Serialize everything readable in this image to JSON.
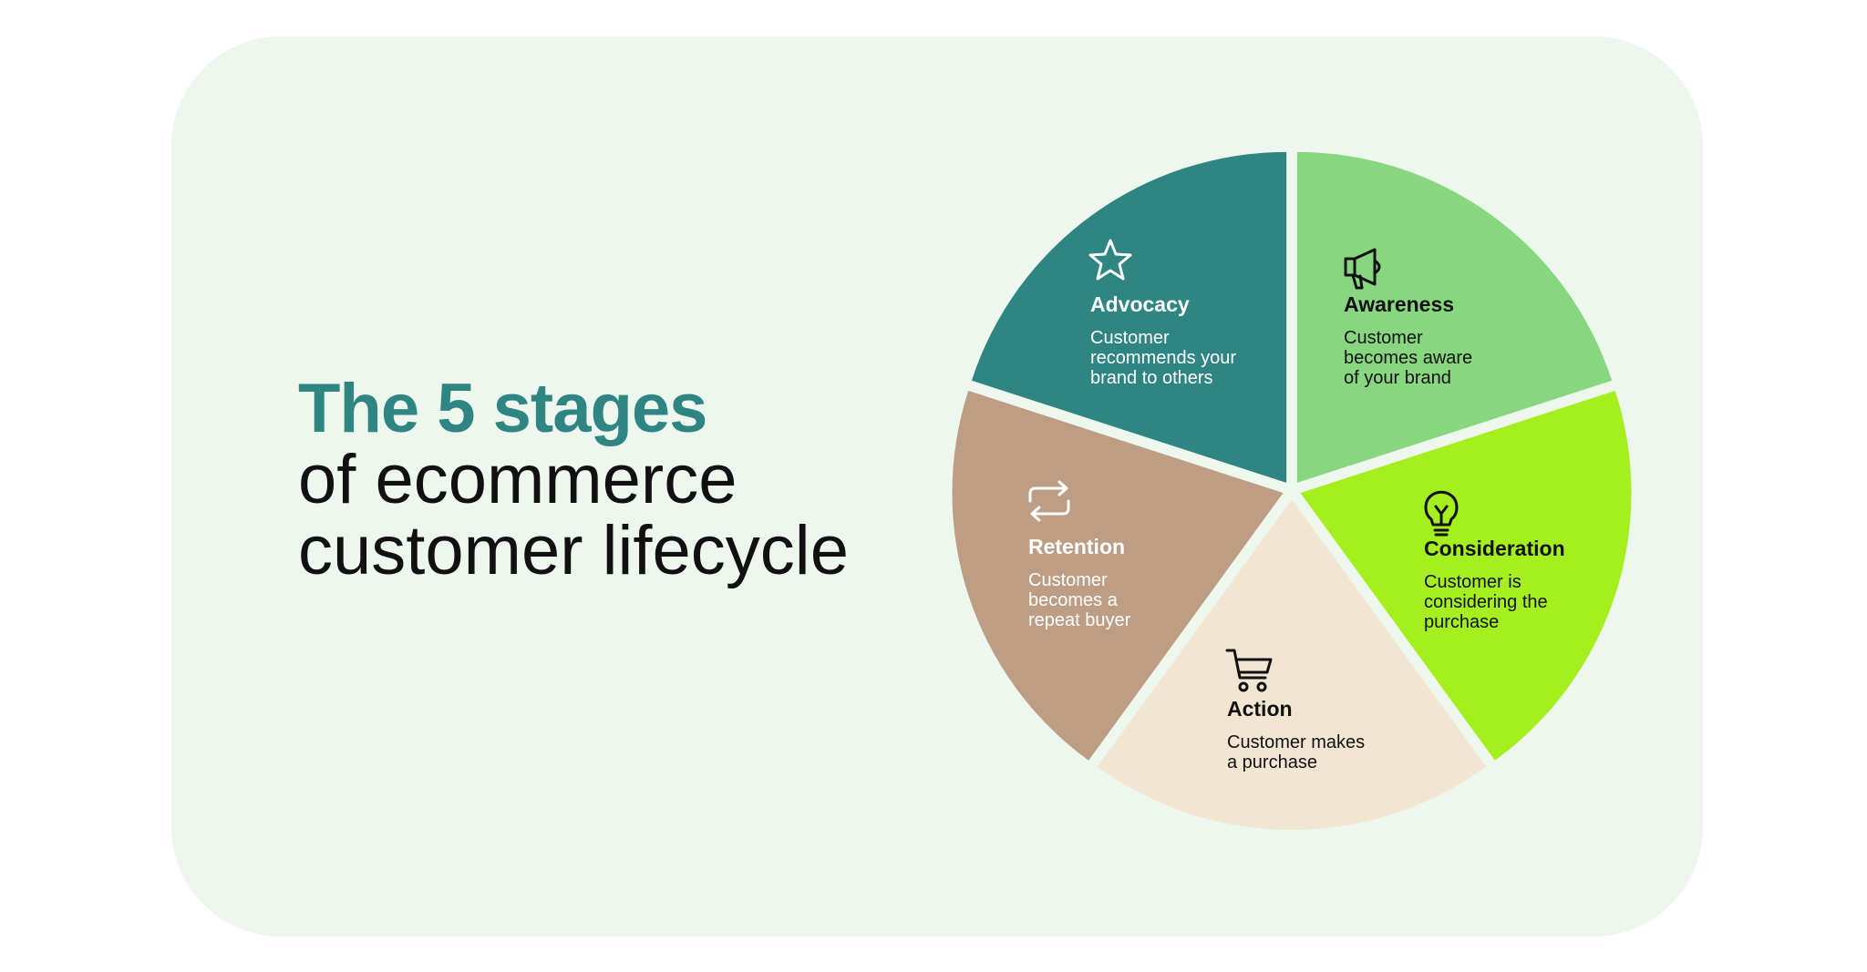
{
  "heading": {
    "line1": "The 5 stages",
    "line2": "of ecommerce",
    "line3": "customer lifecycle"
  },
  "stages": [
    {
      "id": "awareness",
      "icon": "megaphone-icon",
      "label": "Awareness",
      "desc": [
        "Customer",
        "becomes aware",
        "of your brand"
      ],
      "color": "#88d67f",
      "text_color": "#111111"
    },
    {
      "id": "consideration",
      "icon": "lightbulb-icon",
      "label": "Consideration",
      "desc": [
        "Customer is",
        "considering the",
        "purchase"
      ],
      "color": "#a6ef1f",
      "text_color": "#111111"
    },
    {
      "id": "action",
      "icon": "shopping-cart-icon",
      "label": "Action",
      "desc": [
        "Customer makes",
        "a purchase"
      ],
      "color": "#f2e6d3",
      "text_color": "#111111"
    },
    {
      "id": "retention",
      "icon": "repeat-icon",
      "label": "Retention",
      "desc": [
        "Customer",
        "becomes a",
        "repeat buyer"
      ],
      "color": "#bd9d83",
      "text_color": "#ffffff"
    },
    {
      "id": "advocacy",
      "icon": "star-icon",
      "label": "Advocacy",
      "desc": [
        "Customer",
        "recommends your",
        "brand to others"
      ],
      "color": "#2e8582",
      "text_color": "#ffffff"
    }
  ]
}
